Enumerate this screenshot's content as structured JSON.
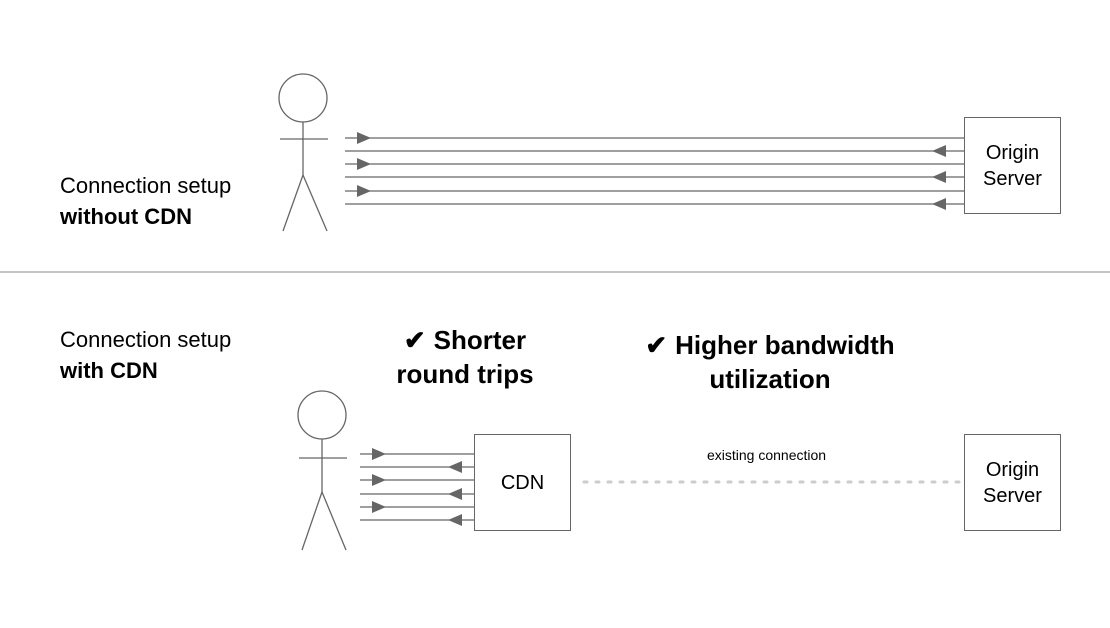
{
  "top_section": {
    "label_line1": "Connection setup",
    "label_line2": "without CDN",
    "server_line1": "Origin",
    "server_line2": "Server"
  },
  "bottom_section": {
    "label_line1": "Connection setup",
    "label_line2": "with CDN",
    "cdn_label": "CDN",
    "server_line1": "Origin",
    "server_line2": "Server",
    "connection_label": "existing connection",
    "benefits": [
      {
        "check": "✔",
        "line1": "Shorter",
        "line2": "round trips"
      },
      {
        "check": "✔",
        "line1": "Higher bandwidth",
        "line2": "utilization"
      }
    ]
  },
  "colors": {
    "line": "#666666",
    "dotted": "#cccccc",
    "divider": "#888888"
  }
}
